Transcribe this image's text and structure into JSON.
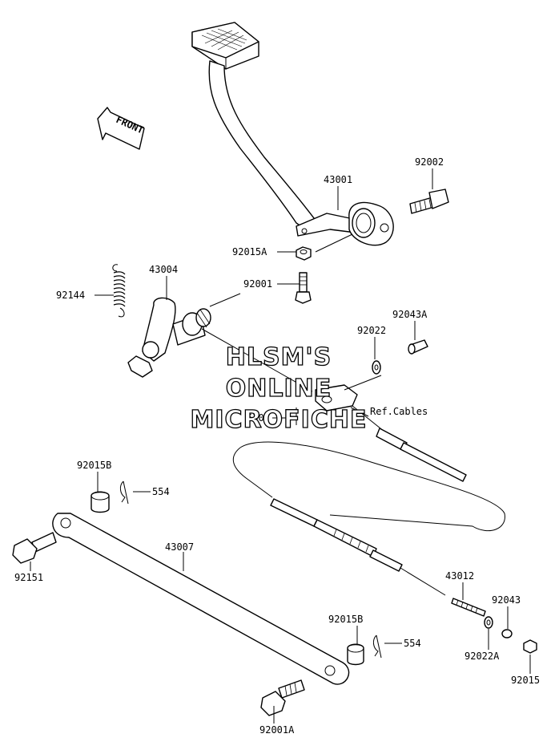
{
  "diagram": {
    "front_label": "FRONT",
    "watermark": [
      "HLSM'S",
      "ONLINE",
      "MICROFICHE"
    ],
    "labels": {
      "p43001": "43001",
      "p92002": "92002",
      "p92015A": "92015A",
      "p92001": "92001",
      "p92144": "92144",
      "p43004": "43004",
      "p92043A": "92043A",
      "p92022": "92022",
      "p530": "530",
      "refcables": "Ref.Cables",
      "p92015B_top": "92015B",
      "p554_top": "554",
      "p92151": "92151",
      "p43007": "43007",
      "p43012": "43012",
      "p92043": "92043",
      "p92015B_bot": "92015B",
      "p554_bot": "554",
      "p92022A": "92022A",
      "p92015": "92015",
      "p92001A": "92001A"
    }
  }
}
